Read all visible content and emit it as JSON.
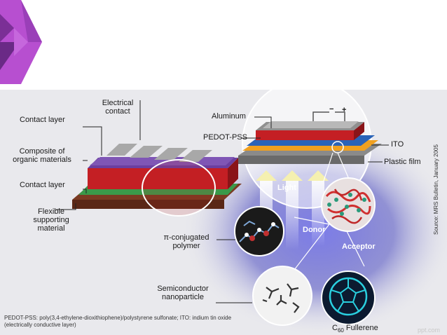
{
  "labels": {
    "electrical_contact_1": "Electrical",
    "electrical_contact_2": "contact",
    "contact_layer_top": "Contact layer",
    "composite_1": "Composite of",
    "composite_2": "organic materials",
    "contact_layer_bottom": "Contact layer",
    "flexible_1": "Flexible",
    "flexible_2": "supporting",
    "flexible_3": "material",
    "aluminum": "Aluminum",
    "pedot_pss": "PEDOT-PSS",
    "ito": "ITO",
    "plastic_film": "Plastic film",
    "minus": "−",
    "plus": "+",
    "light": "Light",
    "pi_conj_1": "π-conjugated",
    "pi_conj_2": "polymer",
    "donor": "Donor",
    "acceptor": "Acceptor",
    "semiconductor_1": "Semiconductor",
    "semiconductor_2": "nanoparticle",
    "c60": "C",
    "c60_sub": "60",
    "fullerene": "Fullerene"
  },
  "footnote": "PEDOT-PSS: poly(3,4-ethylene-dioxithiophene)/polystyrene sulfonate; ITO: indium tin oxide (electrically conductive layer)",
  "source": "Source: MRS Bulletin, January 2005",
  "watermark": "ppt.com",
  "colors": {
    "panel": "#e9e9ed",
    "logo_light": "#b74fd0",
    "logo_dark": "#6a2a86",
    "red_layer": "#c41f24",
    "purple_layer": "#6b3fa0",
    "green_layer": "#3a9a4a",
    "brown_layer": "#7a3a22",
    "blue_layer": "#2a63b8",
    "orange_layer": "#f0a020",
    "gray_layer": "#8a8a8a",
    "glow_blue": "#3a3aa8"
  }
}
